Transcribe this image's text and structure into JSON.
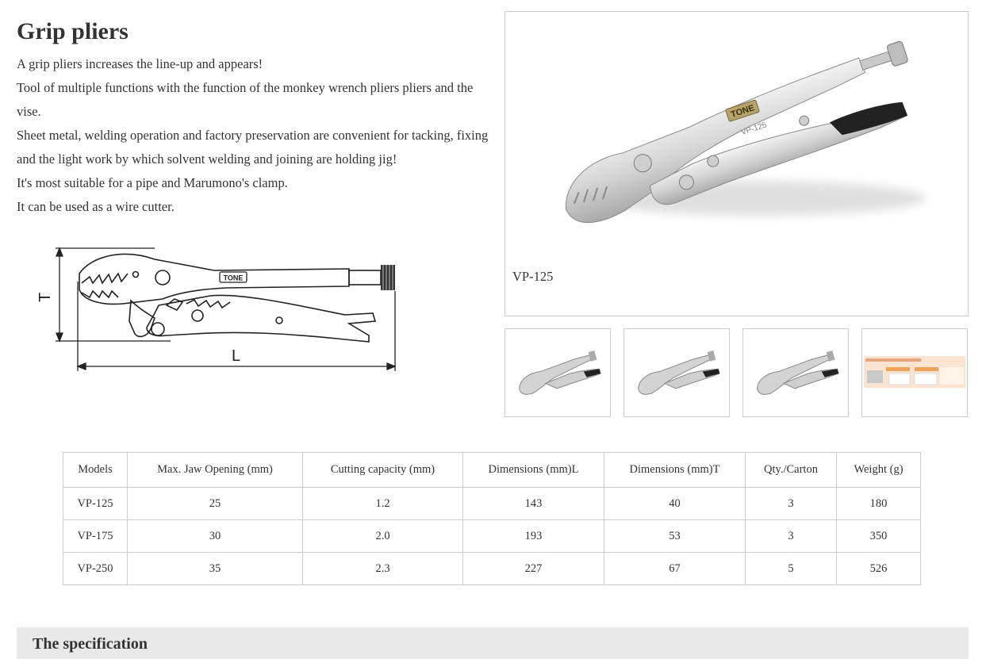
{
  "product": {
    "title": "Grip pliers",
    "description": [
      "A grip pliers increases the line-up and appears!",
      "Tool of multiple functions with the function of the monkey wrench pliers pliers and the vise.",
      "Sheet metal, welding operation and factory preservation are convenient for tacking, fixing and the light work by which solvent welding and joining are holding jig!",
      "It's most suitable for a pipe and Marumono's clamp.",
      "It can be used as a wire cutter."
    ]
  },
  "diagram": {
    "brand": "TONE",
    "height_label": "T",
    "length_label": "L"
  },
  "gallery": {
    "main_caption": "VP-125",
    "main_brand": "TONE",
    "main_model_mark": "VP-125",
    "thumbnails": [
      {
        "alt": "pliers-photo"
      },
      {
        "alt": "pliers-photo"
      },
      {
        "alt": "pliers-photo"
      },
      {
        "alt": "catalog-page"
      }
    ]
  },
  "table": {
    "headers": [
      "Models",
      "Max. Jaw Opening (mm)",
      "Cutting capacity (mm)",
      "Dimensions (mm)L",
      "Dimensions (mm)T",
      "Qty./Carton",
      "Weight (g)"
    ],
    "rows": [
      [
        "VP-125",
        "25",
        "1.2",
        "143",
        "40",
        "3",
        "180"
      ],
      [
        "VP-175",
        "30",
        "2.0",
        "193",
        "53",
        "3",
        "350"
      ],
      [
        "VP-250",
        "35",
        "2.3",
        "227",
        "67",
        "5",
        "526"
      ]
    ]
  },
  "spec_section": {
    "heading": "The specification"
  },
  "colors": {
    "border": "#cccccc",
    "text": "#333333",
    "section_bg": "#e9e9e9",
    "plier_metal": "#d9d9d9",
    "grip_black": "#222222"
  }
}
